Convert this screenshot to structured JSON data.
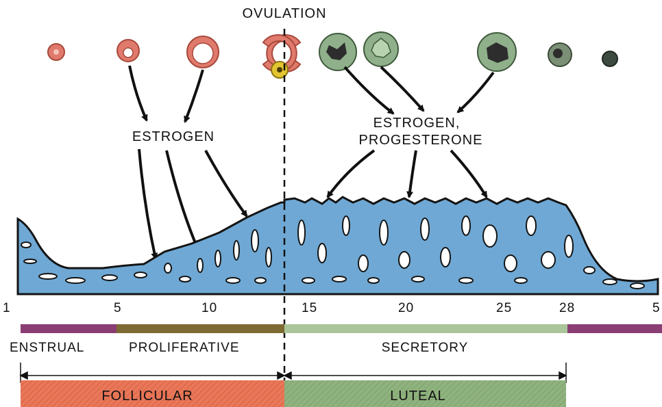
{
  "labels": {
    "ovulation": "OVULATION",
    "estrogen": "ESTROGEN",
    "estrogen_progesterone_line1": "ESTROGEN,",
    "estrogen_progesterone_line2": "PROGESTERONE",
    "menstrual": "ENSTRUAL",
    "proliferative": "PROLIFERATIVE",
    "secretory": "SECRETORY",
    "follicular": "FOLLICULAR",
    "luteal": "LUTEAL"
  },
  "day_ticks": [
    "1",
    "5",
    "10",
    "15",
    "20",
    "25",
    "28",
    "5"
  ],
  "colors": {
    "endometrium": "#6fa8d4",
    "endometrium_outline": "#141414",
    "menstrual_bar": "#8a3e74",
    "proliferative_bar": "#7d6a32",
    "secretory_bar": "#aac59a",
    "follicular_box": "#e9775a",
    "luteal_box": "#8fb37e",
    "follicle": "#e07a6c",
    "corpus_luteum": "#8fb08a",
    "ovum": "#e3c531"
  },
  "icons": [
    "follicle-icon",
    "ovum-icon",
    "corpus-luteum-icon"
  ]
}
